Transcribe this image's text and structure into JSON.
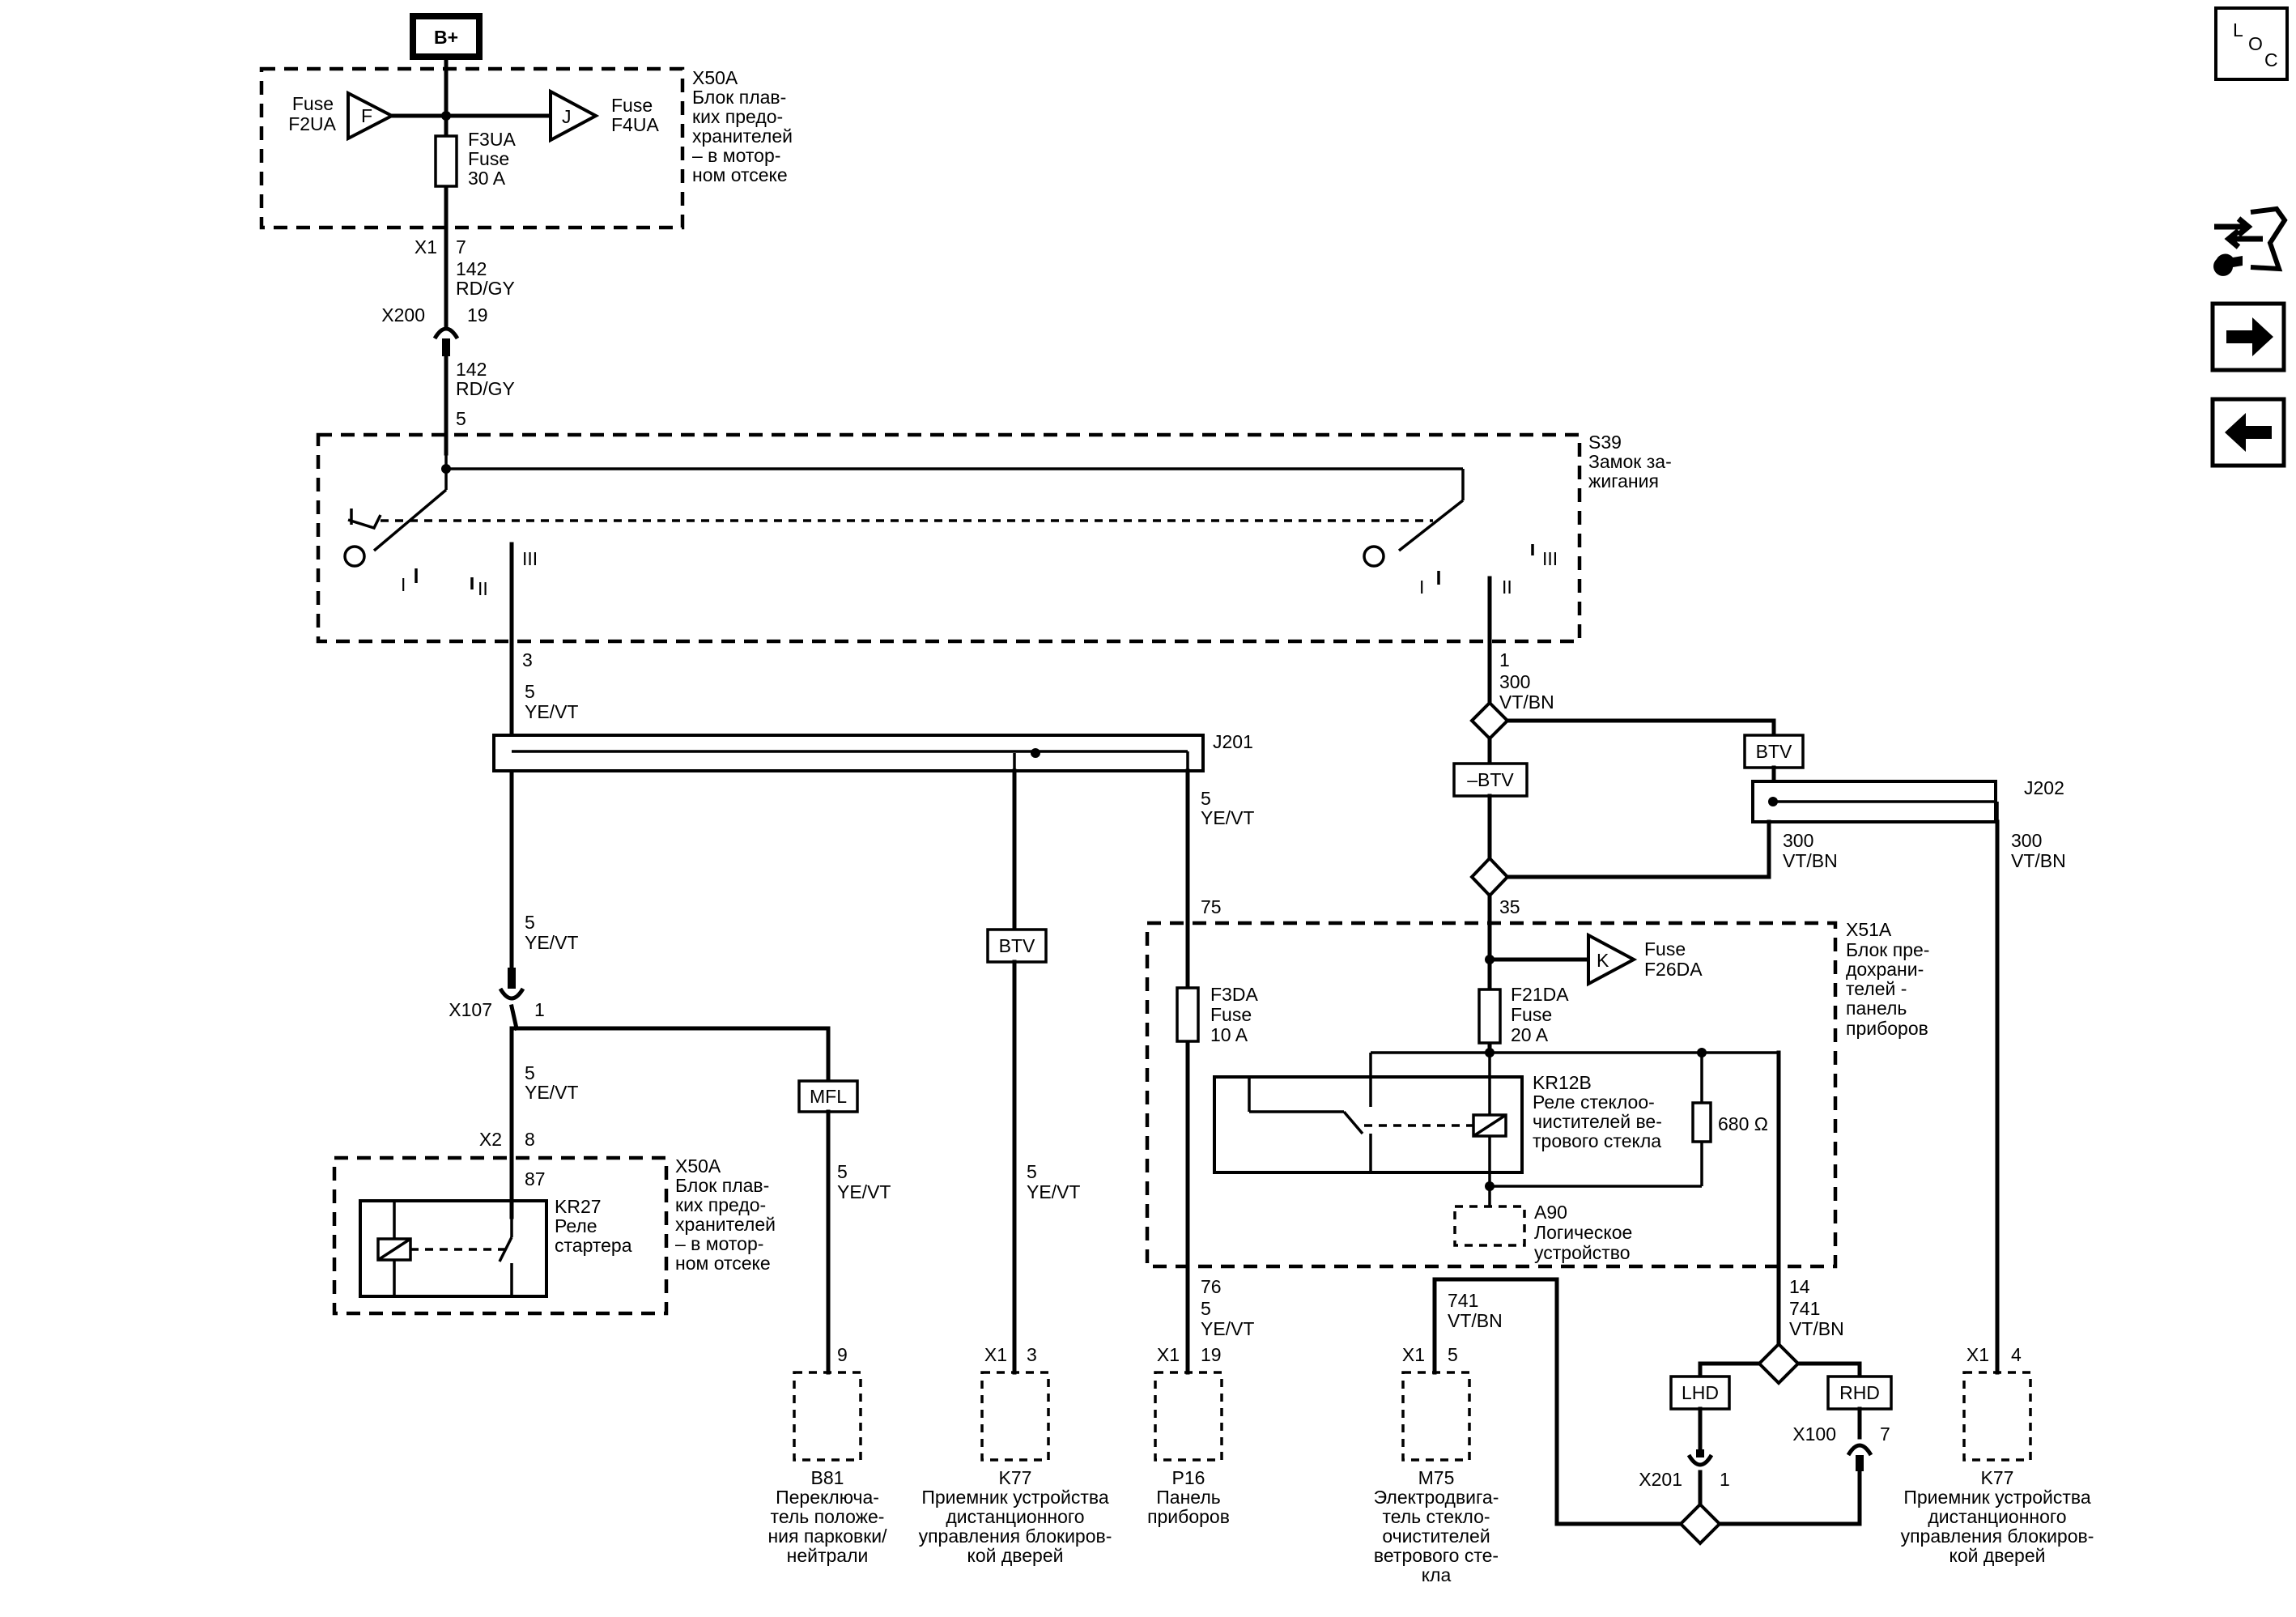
{
  "b_plus": "B+",
  "x50a_top": {
    "id": "X50A",
    "desc": [
      "Блок плав-",
      "ких предо-",
      "хранителей",
      "– в мотор-",
      "ном отсеке"
    ]
  },
  "fuse_f2ua": {
    "prefix": "Fuse",
    "id": "F2UA",
    "letter": "F"
  },
  "fuse_f4ua": {
    "prefix": "Fuse",
    "id": "F4UA",
    "letter": "J"
  },
  "fuse_f3ua": [
    "F3UA",
    "Fuse",
    "30 A"
  ],
  "conn_x1_top": {
    "id": "X1",
    "pin": "7"
  },
  "wire_142": [
    "142",
    "RD/GY"
  ],
  "conn_x200": {
    "id": "X200",
    "pin": "19"
  },
  "wire_142b": [
    "142",
    "RD/GY"
  ],
  "pin_s39_in": "5",
  "s39": {
    "id": "S39",
    "desc": [
      "Замок за-",
      "жигания"
    ]
  },
  "switch_left_pos": {
    "i": "I",
    "ii": "II",
    "iii": "III"
  },
  "switch_right_pos": {
    "i": "I",
    "ii": "II",
    "iii": "III"
  },
  "pin_s39_3": "3",
  "wire_5_left": [
    "5",
    "YE/VT"
  ],
  "j201": "J201",
  "wire_5_j201": [
    "5",
    "YE/VT"
  ],
  "wire_5_x107": [
    "5",
    "YE/VT"
  ],
  "conn_x107": {
    "id": "X107",
    "pin": "1"
  },
  "wire_5_x2": [
    "5",
    "YE/VT"
  ],
  "conn_x2": {
    "id": "X2",
    "pin": "8"
  },
  "pin_87": "87",
  "kr27": [
    "KR27",
    "Реле",
    "стартера"
  ],
  "x50a_bottom": {
    "id": "X50A",
    "desc": [
      "Блок плав-",
      "ких предо-",
      "хранителей",
      "– в мотор-",
      "ном отсеке"
    ]
  },
  "mfl": "MFL",
  "wire_5_b81": [
    "5",
    "YE/VT"
  ],
  "pin_b81": "9",
  "btv_left": "BTV",
  "wire_5_k77": [
    "5",
    "YE/VT"
  ],
  "conn_k77_left": {
    "id": "X1",
    "pin": "3"
  },
  "pin_75": "75",
  "fuse_f3da": [
    "F3DA",
    "Fuse",
    "10 A"
  ],
  "pin_76": "76",
  "wire_5_p16": [
    "5",
    "YE/VT"
  ],
  "conn_p16": {
    "id": "X1",
    "pin": "19"
  },
  "pin_s39_1": "1",
  "wire_300_top": [
    "300",
    "VT/BN"
  ],
  "neg_btv": "–BTV",
  "btv_right": "BTV",
  "j202": "J202",
  "wire_300_j202a": [
    "300",
    "VT/BN"
  ],
  "wire_300_j202b": [
    "300",
    "VT/BN"
  ],
  "pin_35": "35",
  "x51a": {
    "id": "X51A",
    "desc": [
      "Блок пре-",
      "дохрани-",
      "телей -",
      "панель",
      "приборов"
    ]
  },
  "fuse_f26da": {
    "prefix": "Fuse",
    "id": "F26DA",
    "letter": "K"
  },
  "fuse_f21da": [
    "F21DA",
    "Fuse",
    "20 A"
  ],
  "kr12b": [
    "KR12B",
    "Реле стеклоо-",
    "чистителей ве-",
    "трового стекла"
  ],
  "resistor": "680 Ω",
  "a90": [
    "A90",
    "Логическое",
    "устройство"
  ],
  "pin_14": "14",
  "wire_741_right": [
    "741",
    "VT/BN"
  ],
  "wire_741_left": [
    "741",
    "VT/BN"
  ],
  "conn_m75": {
    "id": "X1",
    "pin": "5"
  },
  "lhd": "LHD",
  "rhd": "RHD",
  "conn_x100": {
    "id": "X100",
    "pin": "7"
  },
  "conn_x201": {
    "id": "X201",
    "pin": "1"
  },
  "conn_k77_right": {
    "id": "X1",
    "pin": "4"
  },
  "components": {
    "b81": [
      "B81",
      "Переключа-",
      "тель положе-",
      "ния парковки/",
      "нейтрали"
    ],
    "k77_left": [
      "K77",
      "Приемник устройства",
      "дистанционного",
      "управления блокиров-",
      "кой дверей"
    ],
    "p16": [
      "P16",
      "Панель",
      "приборов"
    ],
    "m75": [
      "M75",
      "Электродвига-",
      "тель стекло-",
      "очистителей",
      "ветрового сте-",
      "кла"
    ],
    "k77_right": [
      "K77",
      "Приемник устройства",
      "дистанционного",
      "управления блокиров-",
      "кой дверей"
    ]
  },
  "nav": {
    "loc": [
      "L",
      "O",
      "C"
    ]
  },
  "icons": [
    "loc-icon",
    "connector-tools-icon",
    "arrow-right-icon",
    "arrow-left-icon"
  ]
}
